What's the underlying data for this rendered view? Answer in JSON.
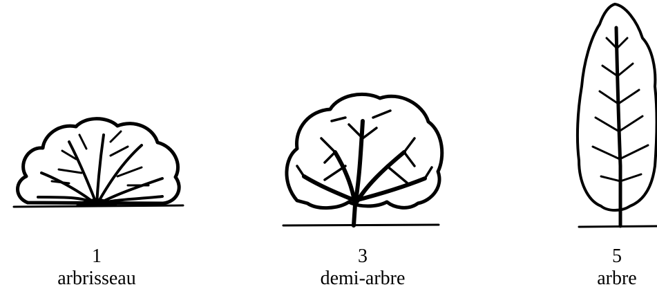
{
  "items": [
    {
      "number": "1",
      "name": "arbrisseau",
      "icon": "shrub-icon"
    },
    {
      "number": "3",
      "name": "demi-arbre",
      "icon": "small-tree-icon"
    },
    {
      "number": "5",
      "name": "arbre",
      "icon": "tall-tree-icon"
    }
  ],
  "colors": {
    "ink": "#000000",
    "background": "#ffffff"
  }
}
